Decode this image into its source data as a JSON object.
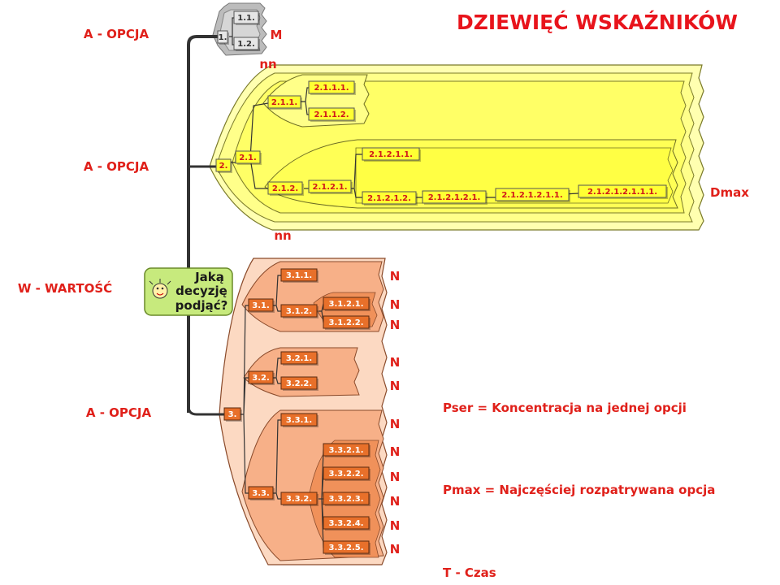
{
  "title": "DZIEWIĘĆ  WSKAŹNIKÓW",
  "left_labels": {
    "opcja_1": "A - OPCJA",
    "opcja_2": "A - OPCJA",
    "wartosc": "W - WARTOŚĆ",
    "opcja_3": "A - OPCJA"
  },
  "root": {
    "line1": "Jaką",
    "line2": "decyzję",
    "line3": "podjąć?"
  },
  "markers": {
    "M": "M",
    "nn_top": "nn",
    "nn_bottom": "nn",
    "dmax": "Dmax",
    "N": "N"
  },
  "legend": {
    "pser": "Pser = Koncentracja na jednej opcji",
    "pmax": "Pmax = Najczęściej rozpatrywana opcja",
    "t": "T - Czas"
  },
  "nodes": {
    "n1": "1.",
    "n1_1": "1.1.",
    "n1_2": "1.2.",
    "n2": "2.",
    "n2_1": "2.1.",
    "n2_1_1": "2.1.1.",
    "n2_1_1_1": "2.1.1.1.",
    "n2_1_1_2": "2.1.1.2.",
    "n2_1_2": "2.1.2.",
    "n2_1_2_1": "2.1.2.1.",
    "n2_1_2_1_1": "2.1.2.1.1.",
    "n2_1_2_1_2": "2.1.2.1.2.",
    "n2_1_2_1_2_1": "2.1.2.1.2.1.",
    "n2_1_2_1_2_1_1": "2.1.2.1.2.1.1.",
    "n2_1_2_1_2_1_1_1": "2.1.2.1.2.1.1.1.",
    "n3": "3.",
    "n3_1": "3.1.",
    "n3_1_1": "3.1.1.",
    "n3_1_2": "3.1.2.",
    "n3_1_2_1": "3.1.2.1.",
    "n3_1_2_2": "3.1.2.2.",
    "n3_2": "3.2.",
    "n3_2_1": "3.2.1.",
    "n3_2_2": "3.2.2.",
    "n3_3": "3.3.",
    "n3_3_1": "3.3.1.",
    "n3_3_2": "3.3.2.",
    "n3_3_2_1": "3.3.2.1.",
    "n3_3_2_2": "3.3.2.2.",
    "n3_3_2_3": "3.3.2.3.",
    "n3_3_2_4": "3.3.2.4.",
    "n3_3_2_5": "3.3.2.5."
  },
  "colors": {
    "accent_red": "#e0201a",
    "root_green": "#c7ea7d",
    "branch_gray": "#c8c8c8",
    "branch_yellow": "#ffff66",
    "branch_orange": "#f49a62",
    "spine": "#333333"
  }
}
